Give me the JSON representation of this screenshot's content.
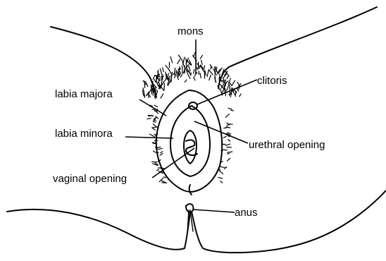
{
  "diagram": {
    "labels": {
      "mons": "mons",
      "clitoris": "clitoris",
      "labia_majora": "labia majora",
      "labia_minora": "labia minora",
      "urethral_opening": "urethral opening",
      "vaginal_opening": "vaginal opening",
      "anus": "anus"
    },
    "colors": {
      "ink": "#000000",
      "background": "#ffffff"
    }
  }
}
